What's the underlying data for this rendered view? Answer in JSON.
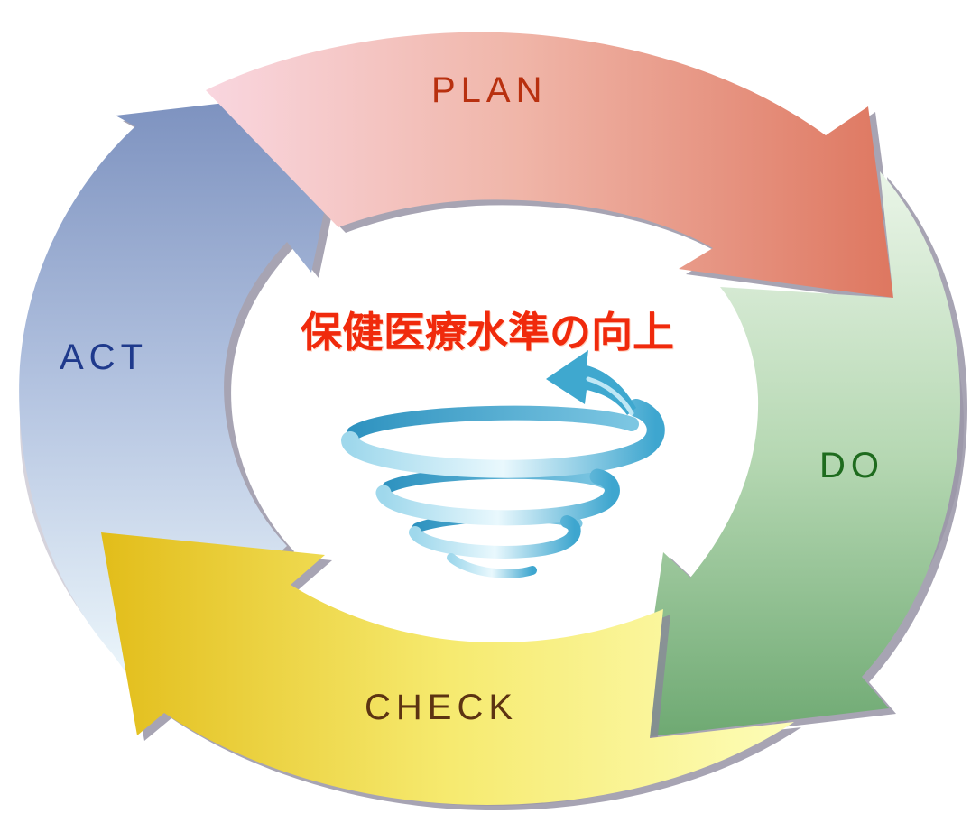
{
  "diagram": {
    "center_title": "保健医療水準の向上",
    "phases": [
      {
        "id": "plan",
        "label": "PLAN",
        "text_color": "#b8300f",
        "color_start": "#f7d3dc",
        "color_end": "#e07e66"
      },
      {
        "id": "do",
        "label": "DO",
        "text_color": "#1e6b1e",
        "color_start": "#e4f2e2",
        "color_end": "#76ae79"
      },
      {
        "id": "check",
        "label": "CHECK",
        "text_color": "#5c3312",
        "color_start": "#ffff9c",
        "color_end": "#e4c21d"
      },
      {
        "id": "act",
        "label": "ACT",
        "text_color": "#1f3a8c",
        "color_start": "#e6f5fb",
        "color_end": "#7f96c2"
      }
    ],
    "center_title_color": "#f02a0c",
    "spiral_color": "#3fa8cf",
    "shadow_color": "#8c879b"
  }
}
